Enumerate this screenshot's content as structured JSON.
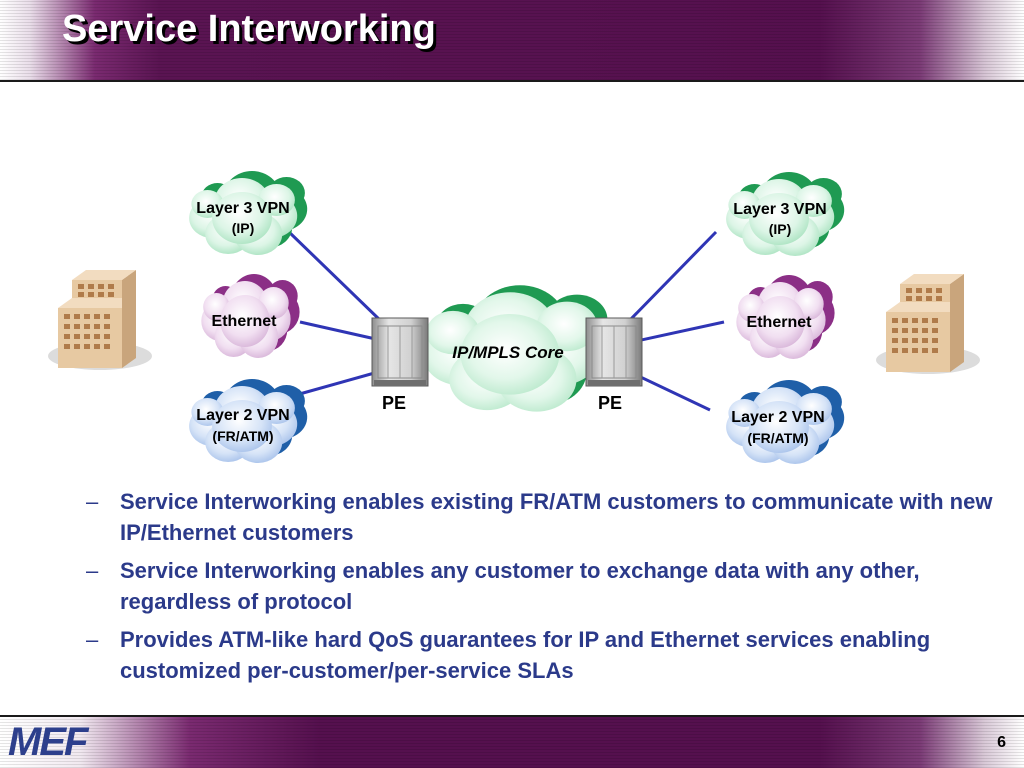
{
  "slide": {
    "title": "Service Interworking",
    "page_number": "6",
    "logo_text": "MEF"
  },
  "diagram": {
    "left_clouds": [
      {
        "label": "Layer 3 VPN",
        "sublabel": "(IP)",
        "color": "green"
      },
      {
        "label": "Ethernet",
        "sublabel": "",
        "color": "purple"
      },
      {
        "label": "Layer 2 VPN",
        "sublabel": "(FR/ATM)",
        "color": "blue"
      }
    ],
    "right_clouds": [
      {
        "label": "Layer 3 VPN",
        "sublabel": "(IP)",
        "color": "green"
      },
      {
        "label": "Ethernet",
        "sublabel": "",
        "color": "purple"
      },
      {
        "label": "Layer 2 VPN",
        "sublabel": "(FR/ATM)",
        "color": "blue"
      }
    ],
    "core_label": "IP/MPLS Core",
    "pe_left": "PE",
    "pe_right": "PE",
    "link_color": "#2f35b5"
  },
  "bullets": [
    "Service Interworking enables existing FR/ATM customers to communicate with new IP/Ethernet customers",
    "Service Interworking enables any customer to exchange data with any other, regardless of protocol",
    "Provides ATM-like hard QoS guarantees for IP and Ethernet services enabling customized per-customer/per-service SLAs"
  ],
  "bullet_marker": "–",
  "colors": {
    "header_purple": "#55104e",
    "text_blue": "#2b3a8a",
    "logo_blue": "#2d3f8c"
  }
}
